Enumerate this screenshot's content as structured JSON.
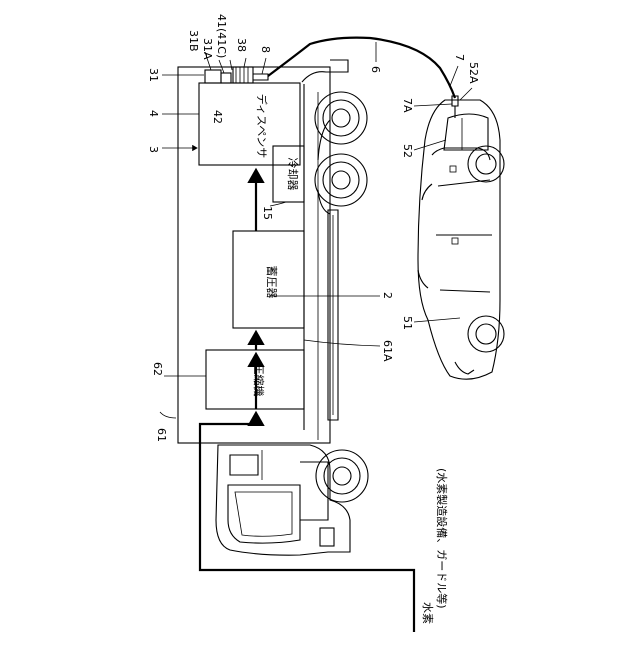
{
  "figure": {
    "components": {
      "dispenser": "ディスペンサ",
      "cooler": "冷却器",
      "accumulator": "蓄圧器",
      "compressor": "圧縮機"
    },
    "source": {
      "line1": "水素",
      "line2": "(水素製造設備、ガードル等)"
    },
    "refs": {
      "r61": "61",
      "r62": "62",
      "r61A": "61A",
      "r2": "2",
      "r15": "15",
      "r3": "3",
      "r4": "4",
      "r42": "42",
      "r31": "31",
      "r31B": "31B",
      "r31A": "31A",
      "r41": "41(41C)",
      "r38": "38",
      "r8": "8",
      "r6": "6",
      "r7": "7",
      "r7A": "7A",
      "r52A": "52A",
      "r52": "52",
      "r51": "51"
    }
  }
}
